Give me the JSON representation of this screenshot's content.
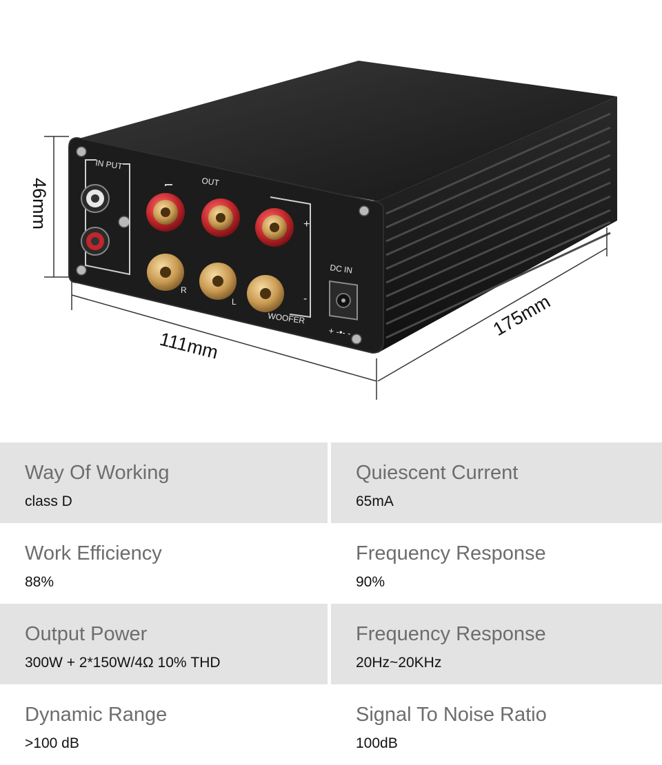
{
  "dimensions": {
    "height": "46mm",
    "width": "111mm",
    "depth": "175mm"
  },
  "front_panel": {
    "input_label": "IN PUT",
    "out_label": "OUT",
    "left_mark": "L",
    "right_mark": "R",
    "plus_mark": "+",
    "minus_mark": "-",
    "woofer_label": "WOOFER",
    "dc_in_label": "DC IN",
    "polarity_mark": "+ -•- -"
  },
  "colors": {
    "row_shade": "#e3e3e3",
    "chassis": "#1c1c1c",
    "binding_post_red": "#c0262b",
    "binding_post_gold": "#d9a85c"
  },
  "specs": [
    {
      "left": {
        "name": "Way Of Working",
        "value": "class D"
      },
      "right": {
        "name": "Quiescent Current",
        "value": "65mA"
      },
      "shaded": true
    },
    {
      "left": {
        "name": "Work Efficiency",
        "value": "88%"
      },
      "right": {
        "name": "Frequency Response",
        "value": "90%"
      },
      "shaded": false
    },
    {
      "left": {
        "name": "Output Power",
        "value": "300W + 2*150W/4Ω 10% THD"
      },
      "right": {
        "name": "Frequency Response",
        "value": "20Hz~20KHz"
      },
      "shaded": true
    },
    {
      "left": {
        "name": "Dynamic Range",
        "value": ">100 dB"
      },
      "right": {
        "name": "Signal To Noise Ratio",
        "value": "100dB"
      },
      "shaded": false
    }
  ]
}
